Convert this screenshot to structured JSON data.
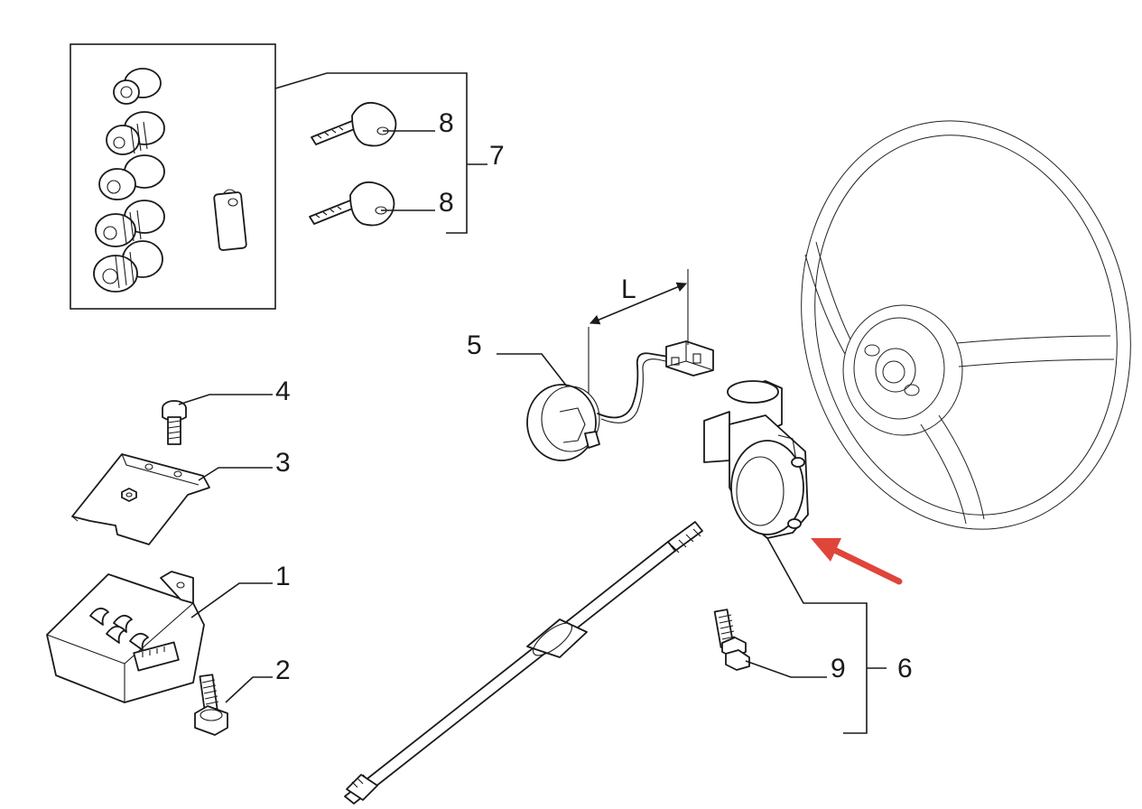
{
  "labels": {
    "l1": "1",
    "l2": "2",
    "l3": "3",
    "l4": "4",
    "l5": "5",
    "l6": "6",
    "l7": "7",
    "l8a": "8",
    "l8b": "8",
    "l9": "9",
    "dim": "L"
  },
  "colors": {
    "ink": "#1a1a1a",
    "arrow": "#e0453a",
    "background": "#ffffff"
  }
}
